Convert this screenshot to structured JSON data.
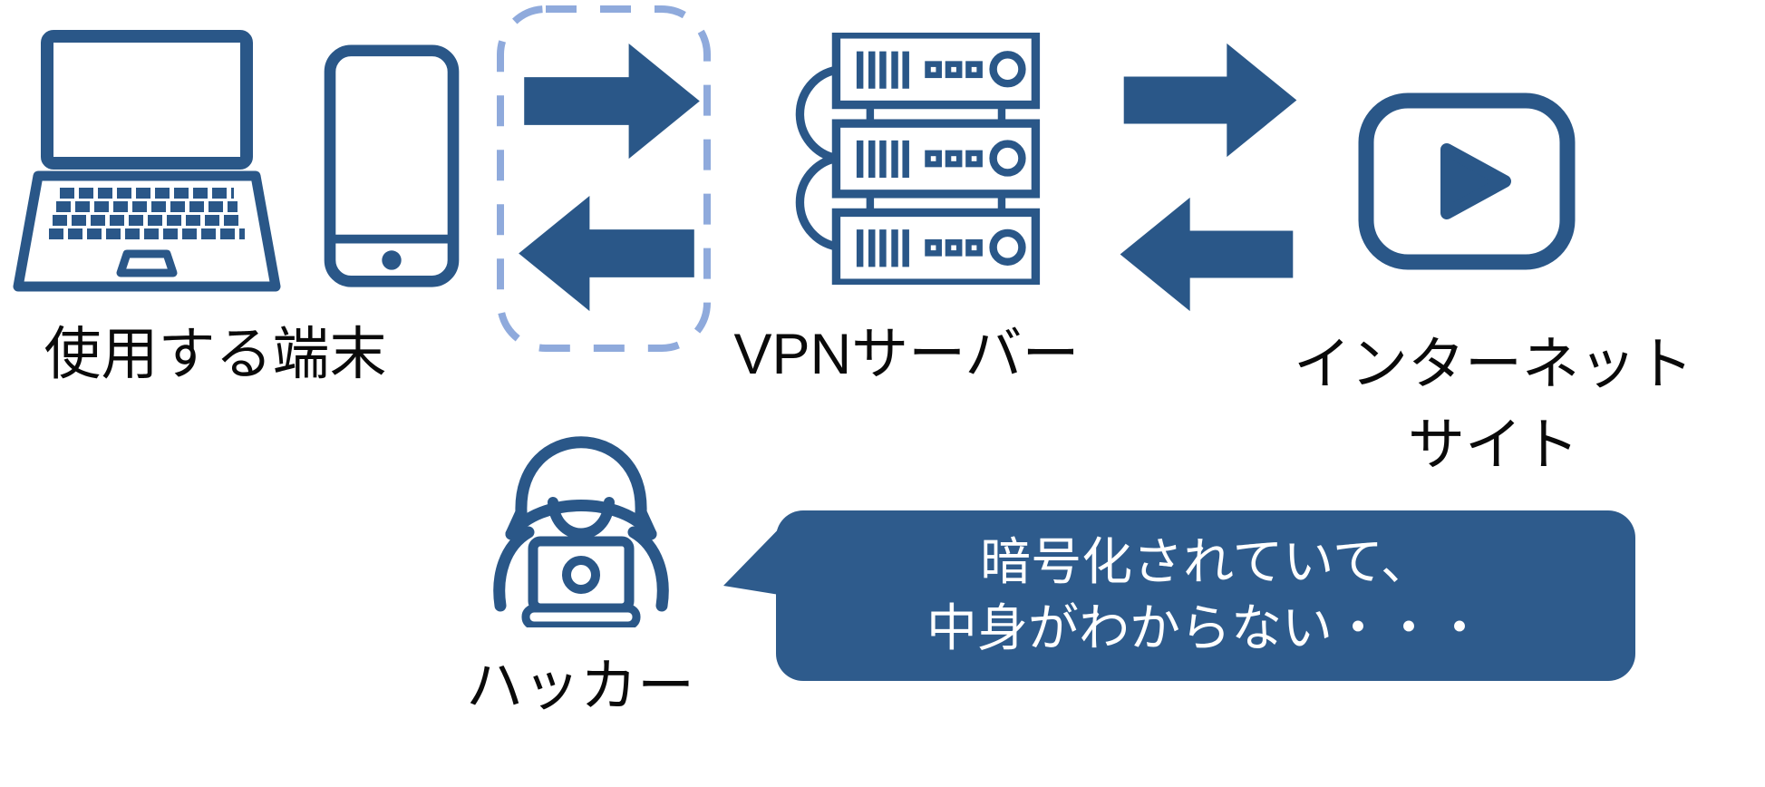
{
  "diagram": {
    "devices": {
      "label": "使用する端末"
    },
    "vpn": {
      "label": "VPNサーバー"
    },
    "internet": {
      "line1": "インターネット",
      "line2": "サイト"
    },
    "hacker": {
      "label": "ハッカー"
    },
    "bubble": {
      "line1": "暗号化されていて、",
      "line2": "中身がわからない・・・"
    }
  },
  "icons": [
    "laptop-icon",
    "smartphone-icon",
    "dashed-tunnel-box",
    "arrow-right-icon",
    "arrow-left-icon",
    "server-stack-icon",
    "video-site-icon",
    "hacker-icon",
    "speech-bubble-tail"
  ],
  "colors": {
    "primary_blue": "#2A5788",
    "light_blue_dashed": "#8FAADC",
    "bubble_blue": "#2E5B8C",
    "label_text": "#0A0A0A",
    "bubble_text": "#FFFFFF",
    "background": "#FFFFFF"
  }
}
